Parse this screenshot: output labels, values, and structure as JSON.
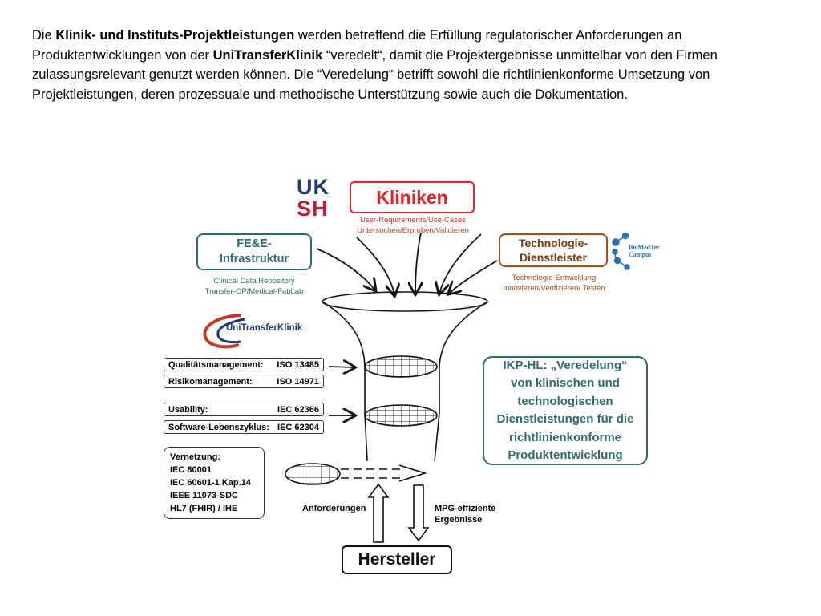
{
  "intro": {
    "s1": "Die ",
    "b1": "Klinik- und Instituts-Projektleistungen",
    "s2": " werden betreffend die Erfüllung regulatorischer Anforderungen an Produktentwicklungen von der ",
    "b2": "UniTransferKlinik",
    "s3": " “veredelt“, damit die Projektergebnisse unmittelbar von den Firmen zulassungsrelevant genutzt werden können. Die “Veredelung“ betrifft sowohl die richtlinienkonforme Umsetzung von Projektleistungen, deren prozessuale und methodische Unterstützung sowie auch die Dokumentation."
  },
  "logos": {
    "uksh_top": "UK",
    "uksh_bottom": "SH",
    "unitransfer": "UniTransferKlinik",
    "biomedtec_1": "BioMedTec",
    "biomedtec_2": "Campus"
  },
  "colors": {
    "uksh_blue": "#1f3a6b",
    "uksh_red": "#b5223b",
    "kliniken_red": "#e0262c",
    "teal": "#2f6b6e",
    "brown": "#a64b12"
  },
  "kliniken": {
    "title": "Kliniken",
    "sub1": "User-Requirements/Use-Cases",
    "sub2": "Untersuchen/Erproben/Validieren"
  },
  "fee": {
    "line1": "FE&E-",
    "line2": "Infrastruktur",
    "sub1": "Clinical Data Repository",
    "sub2": "Transfer-OP/Medical-FabLab"
  },
  "tech": {
    "line1": "Technologie-",
    "line2": "Dienstleister",
    "sub1": "Technologie-Entwicklung",
    "sub2": "Innovieren/Verifizieren/  Testen"
  },
  "standards": [
    {
      "name": "Qualitätsmanagement:",
      "code": "ISO 13485"
    },
    {
      "name": "Risikomanagement:",
      "code": "ISO 14971"
    },
    {
      "name": "Usability:",
      "code": "IEC 62366"
    },
    {
      "name": "Software-Lebenszyklus:",
      "code": "IEC 62304"
    }
  ],
  "network": {
    "title": "Vernetzung:",
    "items": [
      "IEC 80001",
      "IEC 60601-1 Kap.14",
      "IEEE 11073-SDC",
      "HL7 (FHIR) / IHE"
    ]
  },
  "ikp": {
    "l1": "IKP-HL:  „Veredelung“",
    "l2": "von klinischen und",
    "l3": "technologischen",
    "l4": "Dienstleistungen für die",
    "l5": "richtlinienkonforme",
    "l6": "Produktentwicklung"
  },
  "flow": {
    "left": "Anforderungen",
    "right1": "MPG-effiziente",
    "right2": "Ergebnisse"
  },
  "hersteller": "Hersteller"
}
